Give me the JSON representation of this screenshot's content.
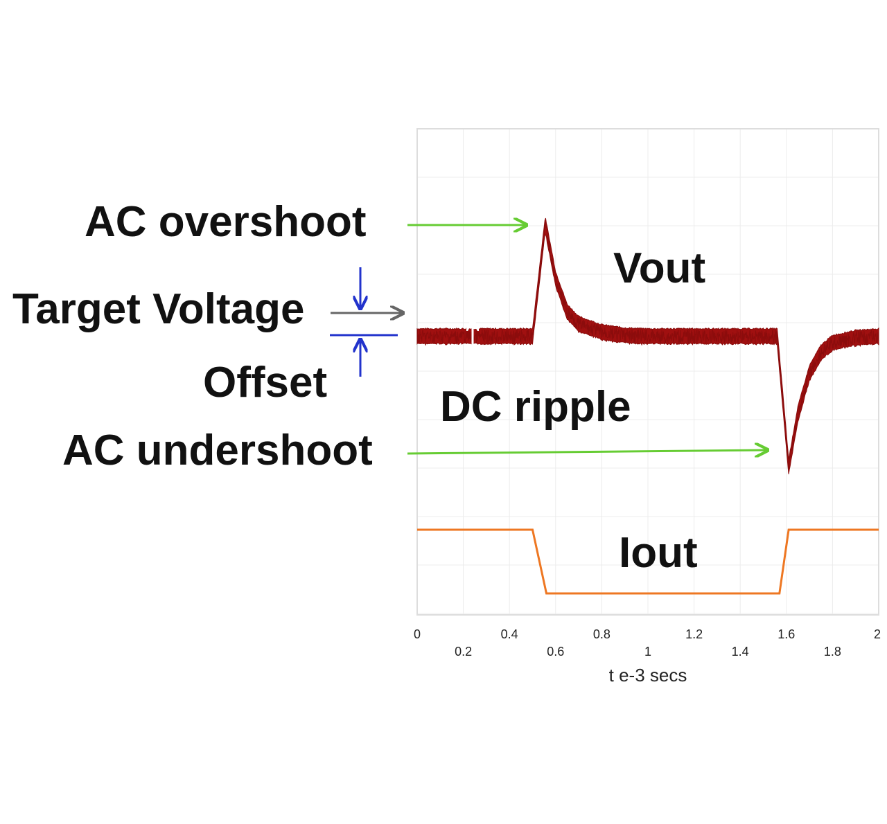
{
  "chart_data": {
    "type": "line",
    "x_range": [
      0,
      2
    ],
    "x_ticks_upper": [
      0,
      0.4,
      0.8,
      1.2,
      1.6,
      2
    ],
    "x_ticks_lower": [
      0.2,
      0.6,
      1,
      1.4,
      1.8
    ],
    "xlabel": "t e-3 secs",
    "grid": true,
    "series": [
      {
        "name": "Vout",
        "color": "#a01010",
        "points": [
          [
            0,
            0
          ],
          [
            0.5,
            0
          ],
          [
            0.555,
            1.37
          ],
          [
            0.6,
            0.7
          ],
          [
            0.65,
            0.3
          ],
          [
            0.7,
            0.15
          ],
          [
            0.8,
            0.05
          ],
          [
            0.9,
            0.01
          ],
          [
            1.0,
            0
          ],
          [
            1.56,
            0
          ],
          [
            1.61,
            -1.6
          ],
          [
            1.65,
            -0.95
          ],
          [
            1.7,
            -0.45
          ],
          [
            1.75,
            -0.2
          ],
          [
            1.8,
            -0.08
          ],
          [
            1.9,
            -0.02
          ],
          [
            2.0,
            0
          ]
        ],
        "ripple": 0.55
      },
      {
        "name": "Iout",
        "color": "#ee7722",
        "points": [
          [
            0,
            1
          ],
          [
            0.5,
            1
          ],
          [
            0.56,
            0
          ],
          [
            1.57,
            0
          ],
          [
            1.61,
            1
          ],
          [
            2.0,
            1
          ]
        ]
      }
    ],
    "annotations": {
      "ac_overshoot": "AC overshoot",
      "target_voltage": "Target Voltage",
      "offset": "Offset",
      "dc_ripple": "DC ripple",
      "ac_undershoot": "AC undershoot",
      "vout": "Vout",
      "iout": "Iout"
    },
    "colors": {
      "annotation_arrow": "#66cc33",
      "offset_marker": "#2233cc",
      "target_arrow": "#666666",
      "ripple_arrow": "#ffffff",
      "grid": "#ececec"
    }
  }
}
